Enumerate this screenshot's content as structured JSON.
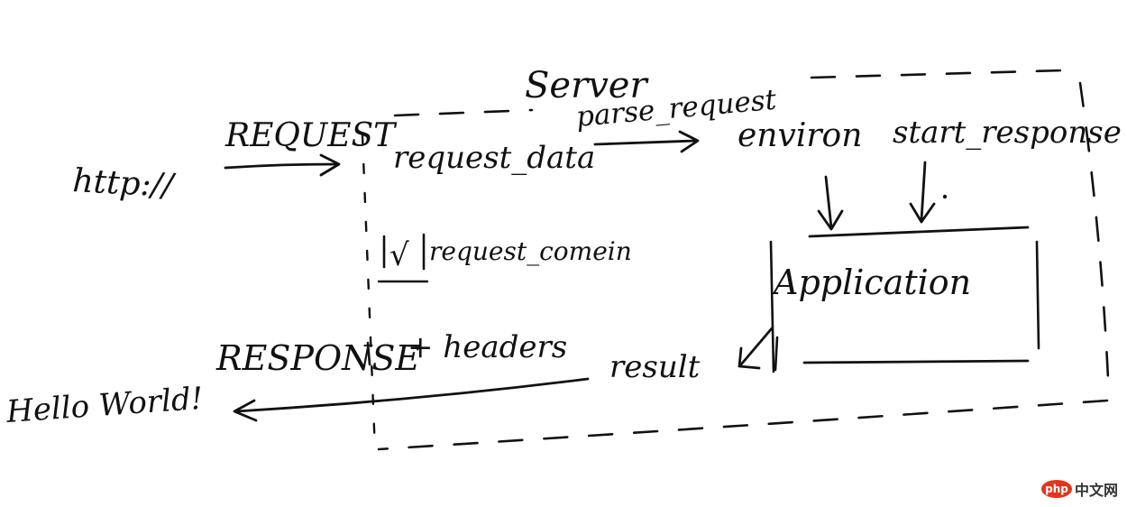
{
  "labels": {
    "http": "http://",
    "request": "REQUEST",
    "server": "Server",
    "parse_request": "parse_request",
    "request_data": "request_data",
    "environ": "environ",
    "start_response": "start_response",
    "request_comein_check": "√",
    "request_comein": "request_comein",
    "application": "Application",
    "response": "RESPONSE",
    "headers": "+ headers",
    "result": "result",
    "hello_world": "Hello World!"
  },
  "watermark": {
    "logo": "php",
    "text": "中文网"
  }
}
